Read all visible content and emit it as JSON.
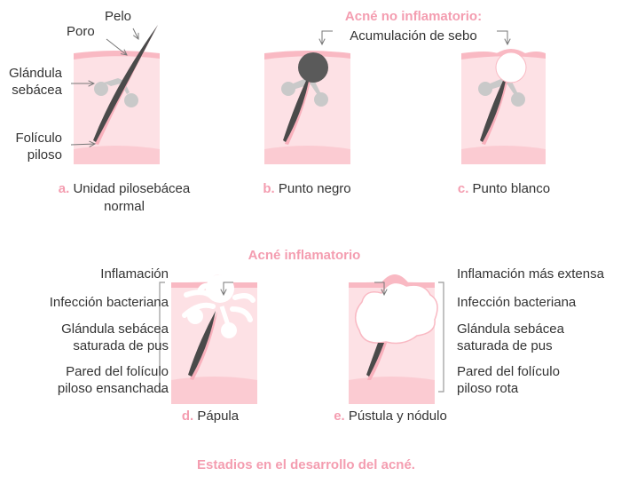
{
  "panel_a": {
    "labels": {
      "pelo": "Pelo",
      "poro": "Poro",
      "glandula_1": "Glándula",
      "glandula_2": "sebácea",
      "foliculo_1": "Folículo",
      "foliculo_2": "piloso"
    },
    "caption_letter": "a.",
    "caption_1": "Unidad pilosebácea",
    "caption_2": "normal"
  },
  "non_inflammatory": {
    "title": "Acné no inflamatorio:",
    "subtitle": "Acumulación de sebo"
  },
  "panel_b": {
    "caption_letter": "b.",
    "caption": "Punto negro"
  },
  "panel_c": {
    "caption_letter": "c.",
    "caption": "Punto blanco"
  },
  "inflammatory": {
    "title": "Acné inflamatorio"
  },
  "panel_d": {
    "labels": [
      "Inflamación",
      "Infección bacteriana",
      "Glándula sebácea",
      "saturada de pus",
      "Pared del folículo",
      "piloso ensanchada"
    ],
    "caption_letter": "d.",
    "caption": "Pápula"
  },
  "panel_e": {
    "labels": [
      "Inflamación más extensa",
      "Infección bacteriana",
      "Glándula sebácea",
      "saturada de pus",
      "Pared del folículo",
      "piloso rota"
    ],
    "caption_letter": "e.",
    "caption": "Pústula y nódulo"
  },
  "footer": "Estadios en el desarrollo del acné.",
  "colors": {
    "accent": "#f49db0",
    "skin": "#fde1e5",
    "hair": "#4a4a4a"
  }
}
